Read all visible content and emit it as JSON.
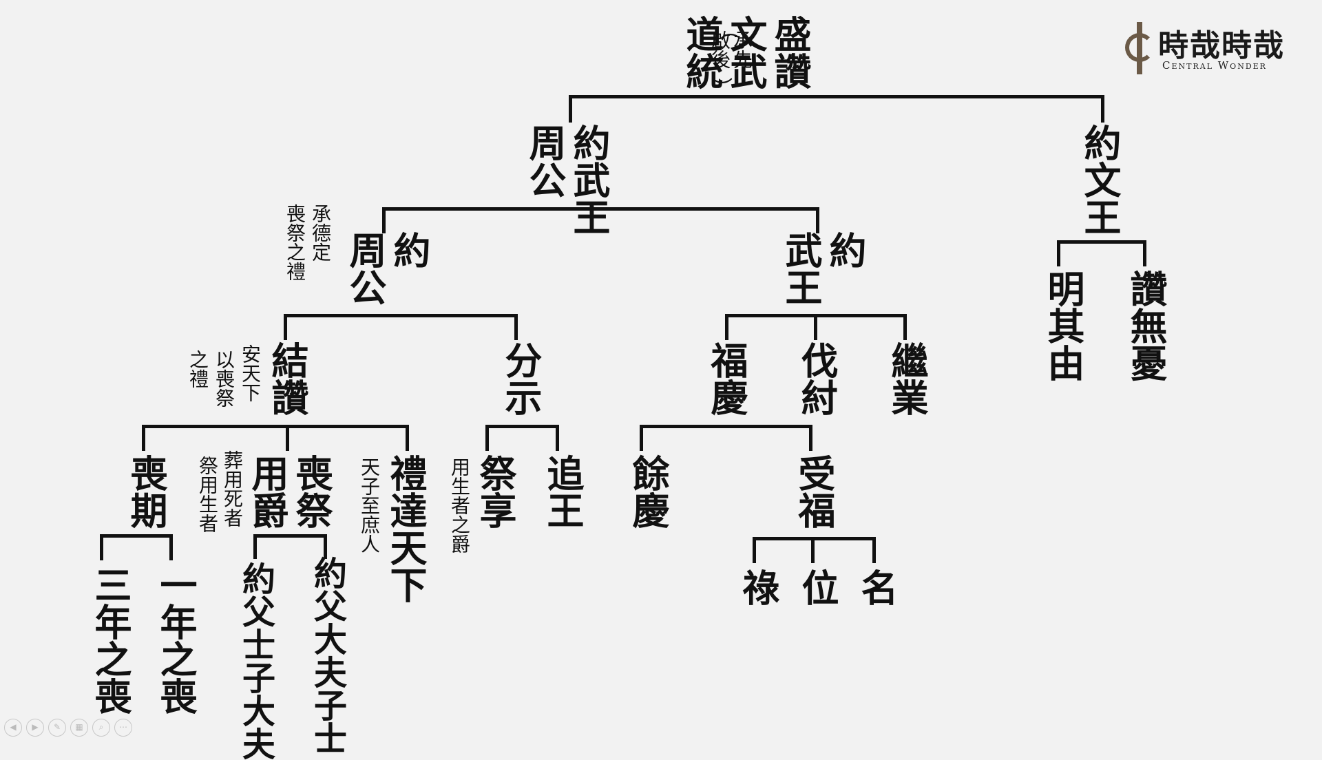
{
  "logo": {
    "title": "時哉時哉",
    "subtitle": "Central Wonder"
  },
  "nodes": {
    "root": [
      "盛讚",
      "文武",
      "道統"
    ],
    "root_note": [
      "承先",
      "啟後"
    ],
    "zhou_wu": [
      "約武王",
      "周公"
    ],
    "wen_wang": "約文王",
    "zhou_gong": [
      "約",
      "周公"
    ],
    "zhou_gong_note": [
      "承德定",
      "喪祭之禮"
    ],
    "wu_wang": [
      "約",
      "武王"
    ],
    "jie_zan": "結讚",
    "jie_zan_note": [
      "安天下",
      "以喪祭",
      "之禮"
    ],
    "fen_shi": "分示",
    "fu_qing": "福慶",
    "fa_zhou": "伐紂",
    "ji_ye": "繼業",
    "ming_qi_you": "明其由",
    "zan_wu_you": "讚無憂",
    "sang_qi": "喪期",
    "sang_ji": "喪祭",
    "yong_jue": "用爵",
    "yong_jue_note": [
      "葬用死者",
      "祭用生者"
    ],
    "li_da": "禮達天下",
    "li_da_note": "天子至庶人",
    "ji_xiang": "祭享",
    "ji_xiang_note": "用生者之爵",
    "zhui_wang": "追王",
    "yu_qing": "餘慶",
    "shou_fu": "受福",
    "san_nian": "三年之喪",
    "yi_nian": "一年之喪",
    "shi_zi": "約父士子大夫",
    "dafu_zi": "約父大夫子士",
    "lu": "祿",
    "wei": "位",
    "ming": "名"
  },
  "toolbar_icons": [
    "prev-icon",
    "next-icon",
    "pen-icon",
    "slides-icon",
    "zoom-icon",
    "more-icon"
  ]
}
